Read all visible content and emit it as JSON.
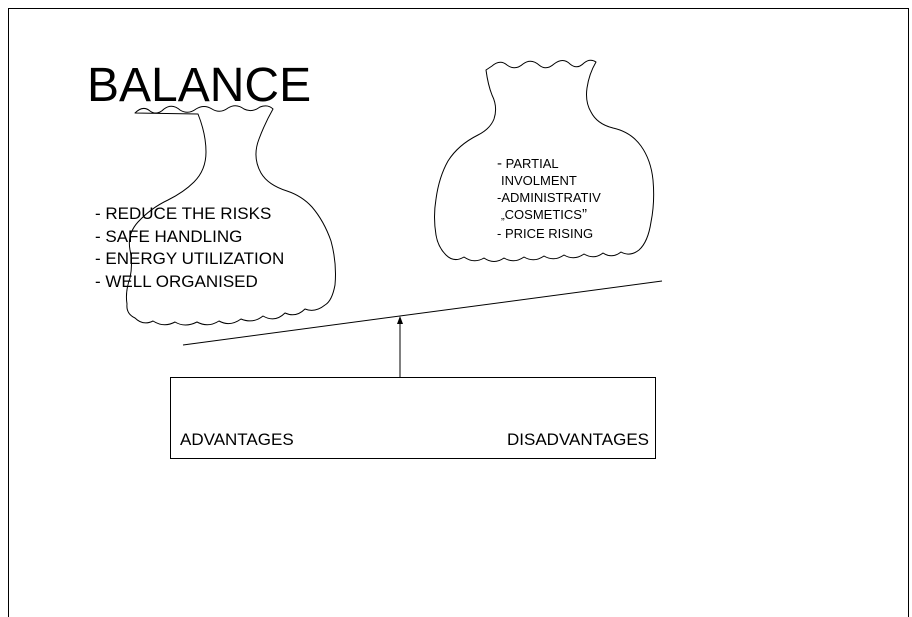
{
  "title": "BALANCE",
  "left_bag": {
    "items": [
      "- REDUCE THE RISKS",
      "- SAFE HANDLING",
      "- ENERGY UTILIZATION",
      "- WELL ORGANISED"
    ]
  },
  "right_bag": {
    "line1_dash": "-",
    "line1_text": " PARTIAL",
    "line2": "INVOLMENT",
    "line3": "-ADMINISTRATIV",
    "line4_open_quote": "„",
    "line4_word": "COSMETICS",
    "line4_close_quote": "”",
    "line5": "- PRICE RISING"
  },
  "box": {
    "advantages": "ADVANTAGES",
    "disadvantages": "DISADVANTAGES"
  }
}
